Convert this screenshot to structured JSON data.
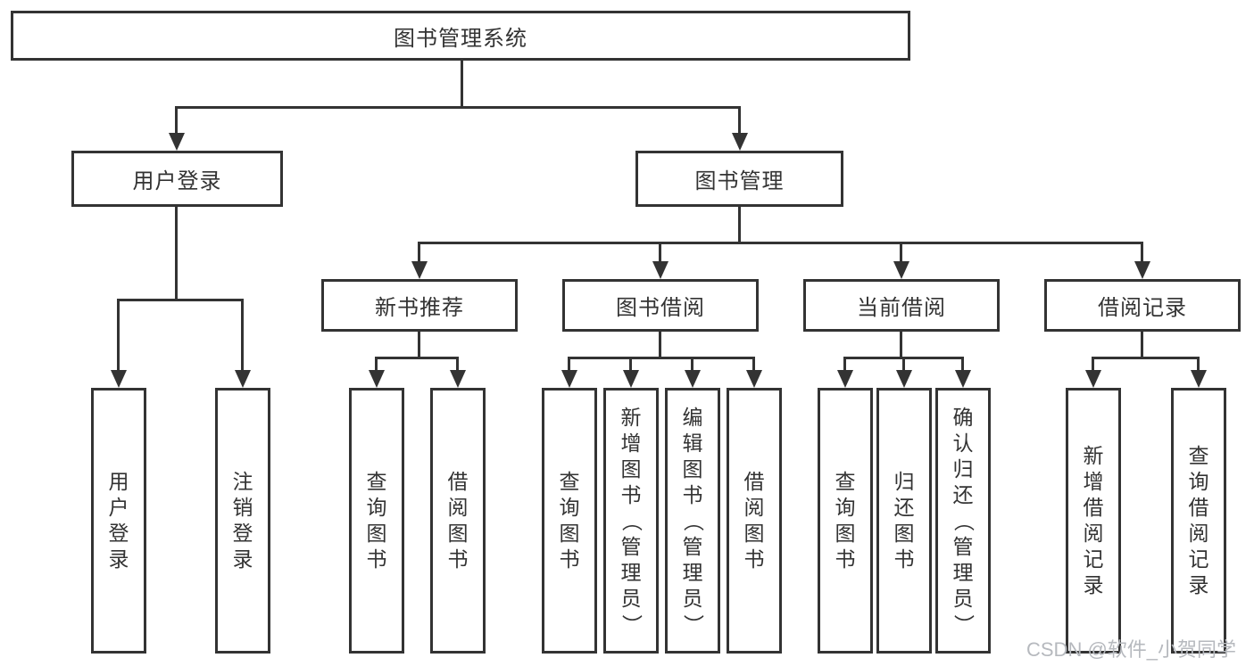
{
  "tree": {
    "root": "图书管理系统",
    "children": [
      {
        "label": "用户登录",
        "leaves": [
          "用户登录",
          "注销登录"
        ]
      },
      {
        "label": "图书管理",
        "children": [
          {
            "label": "新书推荐",
            "leaves": [
              "查询图书",
              "借阅图书"
            ]
          },
          {
            "label": "图书借阅",
            "leaves": [
              "查询图书",
              "新增图书（管理员）",
              "编辑图书（管理员）",
              "借阅图书"
            ]
          },
          {
            "label": "当前借阅",
            "leaves": [
              "查询图书",
              "归还图书",
              "确认归还（管理员）"
            ]
          },
          {
            "label": "借阅记录",
            "leaves": [
              "新增借阅记录",
              "查询借阅记录"
            ]
          }
        ]
      }
    ]
  },
  "watermark": {
    "text": "CSDN @软件_小贺同学"
  },
  "colors": {
    "line": "#333333",
    "box_border": "#333333",
    "background": "#ffffff",
    "watermark": "#b6b9be"
  }
}
